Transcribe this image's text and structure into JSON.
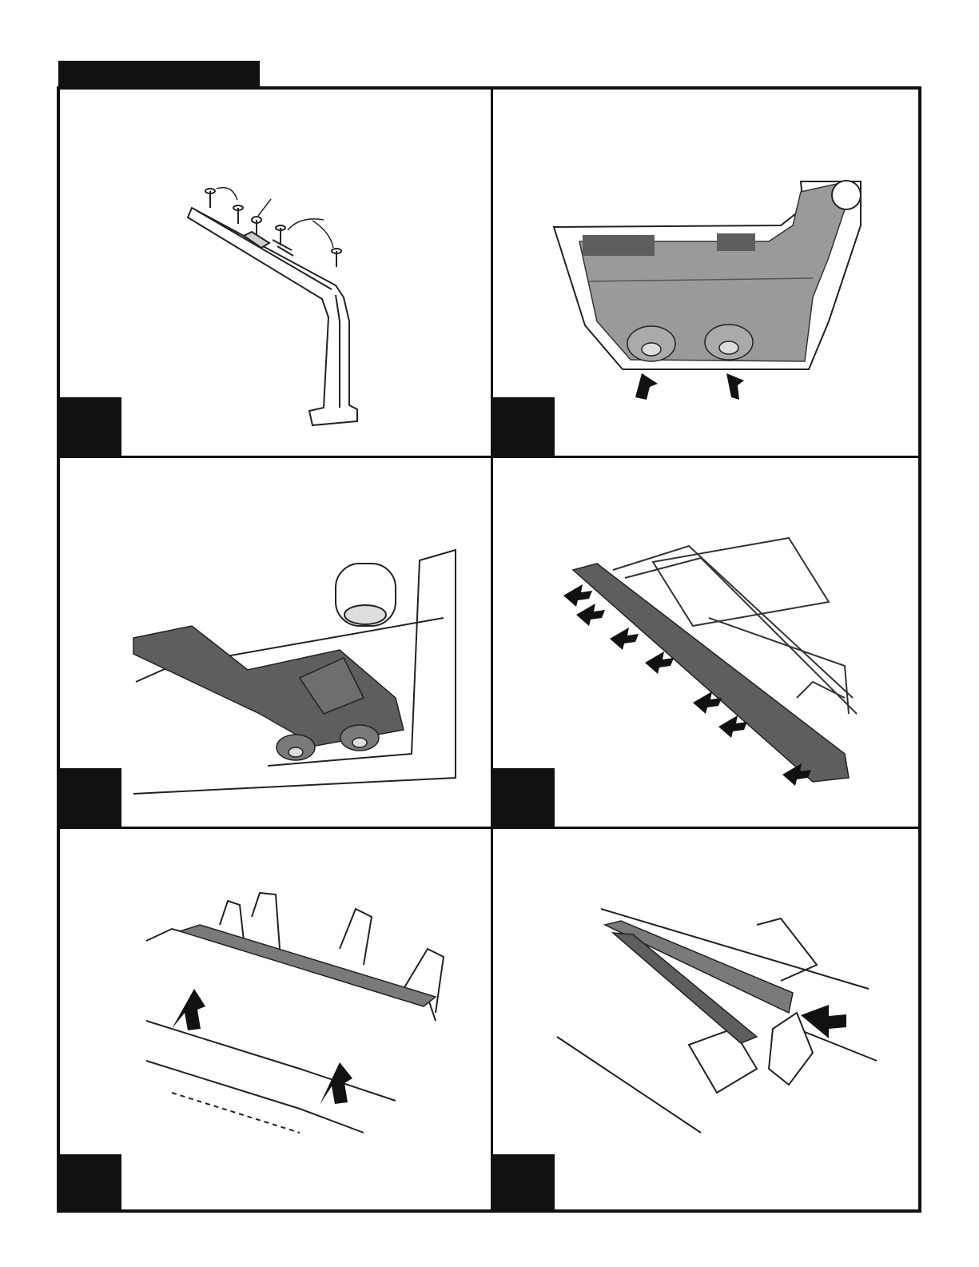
{
  "page": {
    "header_label": "",
    "panels": [
      {
        "id": 1,
        "badge": "",
        "illustration": "mounting-rail-with-screws"
      },
      {
        "id": 2,
        "badge": "",
        "illustration": "underside-bracket-two-nuts"
      },
      {
        "id": 3,
        "badge": "",
        "illustration": "dark-bracket-with-nuts"
      },
      {
        "id": 4,
        "badge": "",
        "illustration": "rail-fastener-points"
      },
      {
        "id": 5,
        "badge": "",
        "illustration": "hands-pressing-strip"
      },
      {
        "id": 6,
        "badge": "",
        "illustration": "hands-peeling-strip"
      }
    ],
    "colors": {
      "frame": "#111111",
      "fill_dark": "#5e5e5e",
      "fill_mid": "#9a9a9a",
      "line": "#222222"
    }
  }
}
